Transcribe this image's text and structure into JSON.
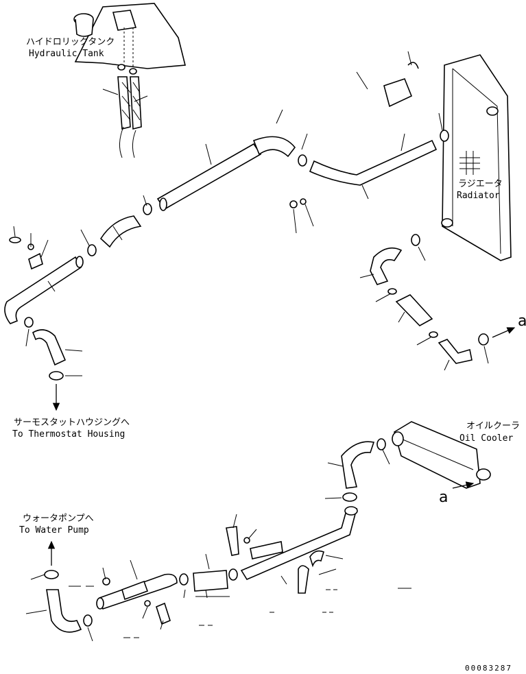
{
  "labels": {
    "hydraulic_tank_jp": "ハイドロリックタンク",
    "hydraulic_tank_en": "Hydraulic Tank",
    "radiator_jp": "ラジエータ",
    "radiator_en": "Radiator",
    "thermostat_jp": "サーモスタットハウジングへ",
    "thermostat_en": "To Thermostat Housing",
    "oil_cooler_jp": "オイルクーラ",
    "oil_cooler_en": "Oil Cooler",
    "water_pump_jp": "ウォータポンプへ",
    "water_pump_en": "To Water Pump",
    "ref_a_upper": "a",
    "ref_a_lower": "a",
    "drawing_number": "00083287"
  }
}
